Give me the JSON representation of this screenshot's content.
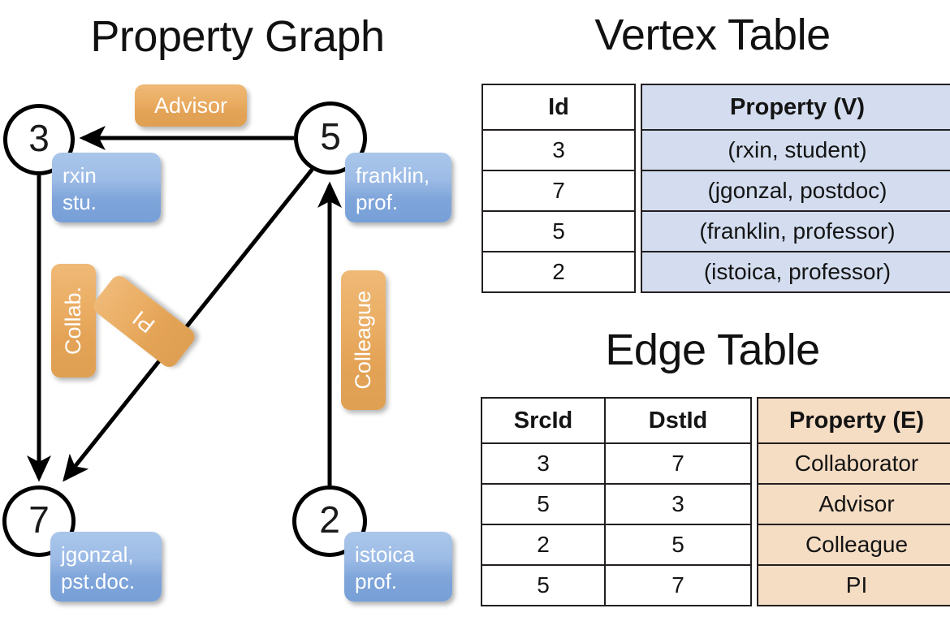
{
  "titles": {
    "property_graph": "Property Graph",
    "vertex_table": "Vertex Table",
    "edge_table": "Edge Table"
  },
  "graph": {
    "nodes": [
      {
        "id": "3",
        "label": "rxin\nstu."
      },
      {
        "id": "5",
        "label": "franklin,\nprof."
      },
      {
        "id": "7",
        "label": "jgonzal,\npst.doc."
      },
      {
        "id": "2",
        "label": "istoica\nprof."
      }
    ],
    "node_ids": {
      "n3": "3",
      "n5": "5",
      "n7": "7",
      "n2": "2"
    },
    "node_props": {
      "rxin_line1": "rxin",
      "rxin_line2": "stu.",
      "franklin_line1": "franklin,",
      "franklin_line2": "prof.",
      "jgonzal_line1": "jgonzal,",
      "jgonzal_line2": "pst.doc.",
      "istoica_line1": "istoica",
      "istoica_line2": "prof."
    },
    "edge_labels": {
      "advisor": "Advisor",
      "collab": "Collab.",
      "pi": "PI",
      "colleague": "Colleague"
    },
    "edges": [
      {
        "src": "5",
        "dst": "3",
        "label": "Advisor"
      },
      {
        "src": "3",
        "dst": "7",
        "label": "Collab."
      },
      {
        "src": "5",
        "dst": "7",
        "label": "PI"
      },
      {
        "src": "2",
        "dst": "5",
        "label": "Colleague"
      }
    ]
  },
  "vertex_table": {
    "headers": [
      "Id",
      "Property (V)"
    ],
    "rows": [
      {
        "id": "3",
        "property": "(rxin, student)"
      },
      {
        "id": "7",
        "property": "(jgonzal, postdoc)"
      },
      {
        "id": "5",
        "property": "(franklin, professor)"
      },
      {
        "id": "2",
        "property": "(istoica, professor)"
      }
    ]
  },
  "edge_table": {
    "headers": [
      "SrcId",
      "DstId",
      "Property (E)"
    ],
    "rows": [
      {
        "src": "3",
        "dst": "7",
        "property": "Collaborator"
      },
      {
        "src": "5",
        "dst": "3",
        "property": "Advisor"
      },
      {
        "src": "2",
        "dst": "5",
        "property": "Colleague"
      },
      {
        "src": "5",
        "dst": "7",
        "property": "PI"
      }
    ]
  },
  "colors": {
    "vertex_property_fill": "#d3ddef",
    "edge_property_fill": "#f5ddc4",
    "node_box_blue": "#9dbce6",
    "edge_label_orange": "#eaad63",
    "stroke": "#000000"
  }
}
